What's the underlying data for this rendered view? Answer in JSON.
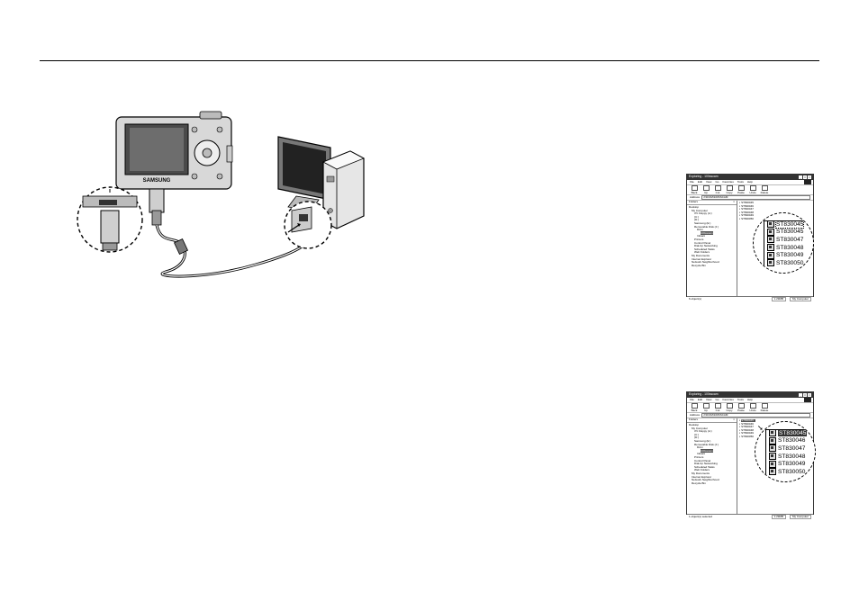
{
  "illustration": {
    "camera_brand": "SAMSUNG"
  },
  "icons": {
    "camera": "camera-icon",
    "computer": "computer-icon",
    "usb_cable": "usb-cable-icon"
  },
  "explorer_windows": [
    {
      "title": "Exploring - 100sscam",
      "menu": [
        "File",
        "Edit",
        "View",
        "Go",
        "Favorites",
        "Tools",
        "Help"
      ],
      "toolbar": [
        "Back",
        "Up",
        "Cut",
        "Copy",
        "Paste",
        "Undo",
        "Delete"
      ],
      "address_label": "Address",
      "address_value": "J:\\DCIM\\100SSCAM",
      "folders_header": "Folders",
      "tree": [
        {
          "label": "Desktop",
          "level": 0
        },
        {
          "label": "My Computer",
          "level": 1
        },
        {
          "label": "3½ Floppy (A:)",
          "level": 2
        },
        {
          "label": "(C:)",
          "level": 2
        },
        {
          "label": "(D:)",
          "level": 2
        },
        {
          "label": "Samsung (E:)",
          "level": 2
        },
        {
          "label": "Removable Disk (J:)",
          "level": 2
        },
        {
          "label": "Dcim",
          "level": 3
        },
        {
          "label": "100sscam",
          "level": 4,
          "selected": true
        },
        {
          "label": "Infoani",
          "level": 3
        },
        {
          "label": "Printers",
          "level": 2
        },
        {
          "label": "Control Panel",
          "level": 2
        },
        {
          "label": "Dial-Up Networking",
          "level": 2
        },
        {
          "label": "Scheduled Tasks",
          "level": 2
        },
        {
          "label": "Web Folders",
          "level": 2
        },
        {
          "label": "My Documents",
          "level": 1
        },
        {
          "label": "Internet Explorer",
          "level": 1
        },
        {
          "label": "Network Neighborhood",
          "level": 1
        },
        {
          "label": "Recycle Bin",
          "level": 1
        }
      ],
      "files": [
        "ST830045",
        "ST830046",
        "ST830047",
        "ST830048",
        "ST830049",
        "ST830050"
      ],
      "selected_file_index": -1,
      "status_left": "6 object(s)",
      "status_size": "1.29MB",
      "status_right": "My Computer",
      "zoom_files": [
        "ST830045",
        "ST830045",
        "ST830047",
        "ST830048",
        "ST830049",
        "ST830050"
      ],
      "zoom_selected_index": -1
    },
    {
      "title": "Exploring - 100sscam",
      "menu": [
        "File",
        "Edit",
        "View",
        "Go",
        "Favorites",
        "Tools",
        "Help"
      ],
      "toolbar": [
        "Back",
        "Up",
        "Cut",
        "Copy",
        "Paste",
        "Undo",
        "Delete"
      ],
      "address_label": "Address",
      "address_value": "J:\\DCIM\\100SSCAM",
      "folders_header": "Folders",
      "tree": [
        {
          "label": "Desktop",
          "level": 0
        },
        {
          "label": "My Computer",
          "level": 1
        },
        {
          "label": "3½ Floppy (A:)",
          "level": 2
        },
        {
          "label": "(C:)",
          "level": 2
        },
        {
          "label": "(D:)",
          "level": 2
        },
        {
          "label": "Samsung (E:)",
          "level": 2
        },
        {
          "label": "Removable Disk (J:)",
          "level": 2
        },
        {
          "label": "Dcim",
          "level": 3
        },
        {
          "label": "100sscam",
          "level": 4,
          "selected": true
        },
        {
          "label": "Infoani",
          "level": 3
        },
        {
          "label": "Printers",
          "level": 2
        },
        {
          "label": "Control Panel",
          "level": 2
        },
        {
          "label": "Dial-Up Networking",
          "level": 2
        },
        {
          "label": "Scheduled Tasks",
          "level": 2
        },
        {
          "label": "Web Folders",
          "level": 2
        },
        {
          "label": "My Documents",
          "level": 1
        },
        {
          "label": "Internet Explorer",
          "level": 1
        },
        {
          "label": "Network Neighborhood",
          "level": 1
        },
        {
          "label": "Recycle Bin",
          "level": 1
        }
      ],
      "files": [
        "ST830045",
        "ST830046",
        "ST830047",
        "ST830048",
        "ST830049",
        "ST830050"
      ],
      "selected_file_index": 0,
      "status_left": "1 object(s) selected",
      "status_size": "1.29MB",
      "status_right": "My Computer",
      "zoom_files": [
        "ST830045",
        "ST830046",
        "ST830047",
        "ST830048",
        "ST830049",
        "ST830050"
      ],
      "zoom_selected_index": 0
    }
  ]
}
